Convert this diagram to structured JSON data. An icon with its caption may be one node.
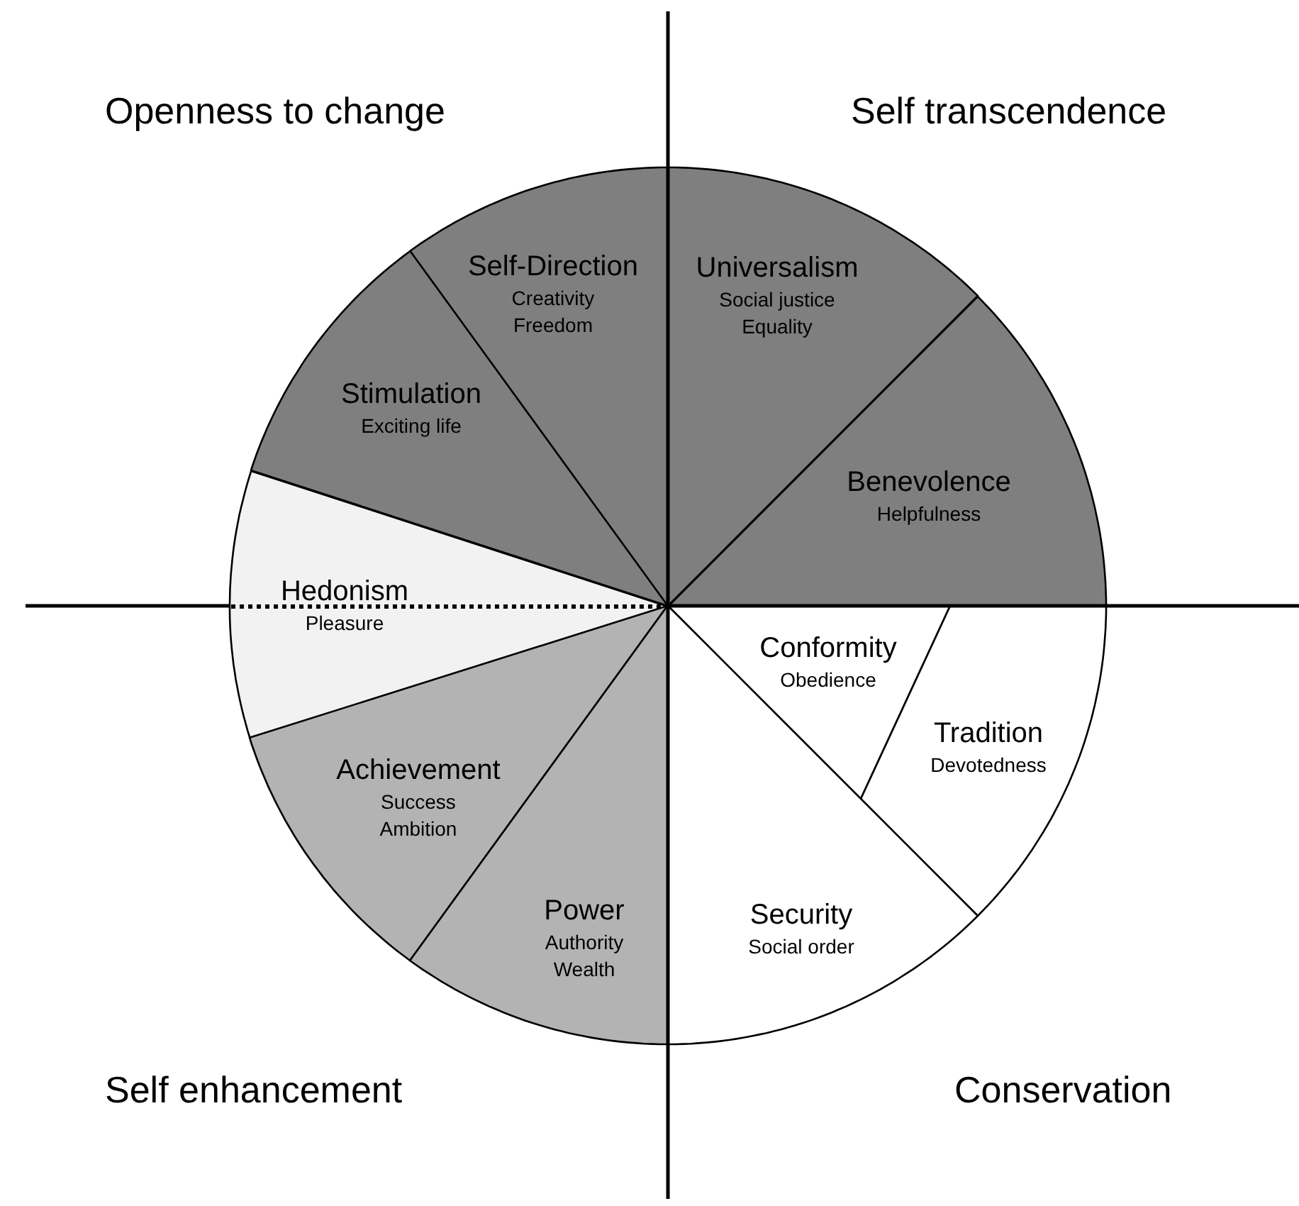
{
  "diagram": {
    "nodes": [
      {
        "text": [
          "Self-Direction",
          "Creativity",
          "Freedom"
        ]
      },
      {
        "text": [
          "Universalism",
          "Social justice",
          "Equality"
        ]
      },
      {
        "text": [
          "Stimulation",
          "Exciting life"
        ]
      },
      {
        "text": [
          "Benevolence",
          "Helpfulness"
        ]
      },
      {
        "text": [
          "Hedonism",
          "Pleasure"
        ]
      },
      {
        "text": [
          "Conformity",
          "Obedience"
        ]
      },
      {
        "text": [
          "Tradition",
          "Devotedness"
        ]
      },
      {
        "text": [
          "Achievement",
          "Success",
          "Ambition"
        ]
      },
      {
        "text": [
          "Power",
          "Authority",
          "Wealth"
        ]
      },
      {
        "text": [
          "Security",
          "Social order"
        ]
      }
    ],
    "labels": [
      "Openness to change",
      "Self transcendence",
      "Self enhancement",
      "Conservation"
    ]
  }
}
